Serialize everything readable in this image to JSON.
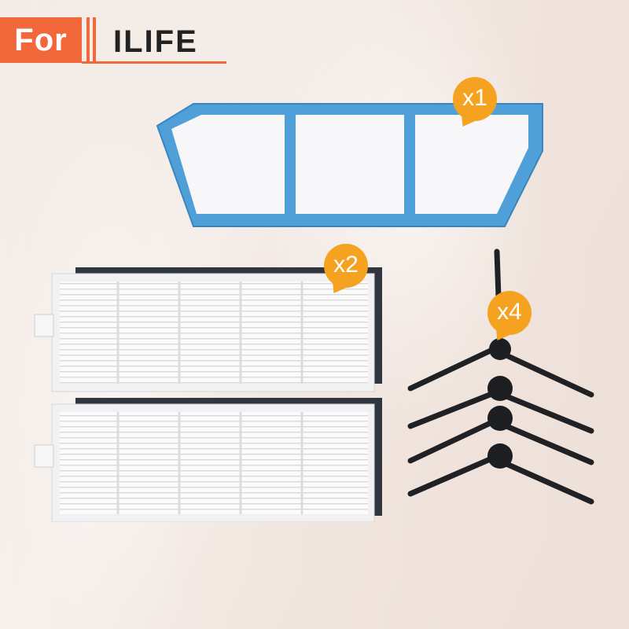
{
  "header": {
    "prefix": "For",
    "brand": "ILIFE"
  },
  "products": {
    "primary_filter": {
      "quantity": "x1",
      "icon": "primary-filter-icon",
      "frame_color": "#4f9fd8"
    },
    "hepa_filter": {
      "quantity": "x2",
      "icon": "hepa-filter-icon"
    },
    "side_brush": {
      "quantity": "x4",
      "icon": "side-brush-icon"
    }
  },
  "colors": {
    "accent": "#f2683a",
    "badge": "#f4a21f"
  }
}
